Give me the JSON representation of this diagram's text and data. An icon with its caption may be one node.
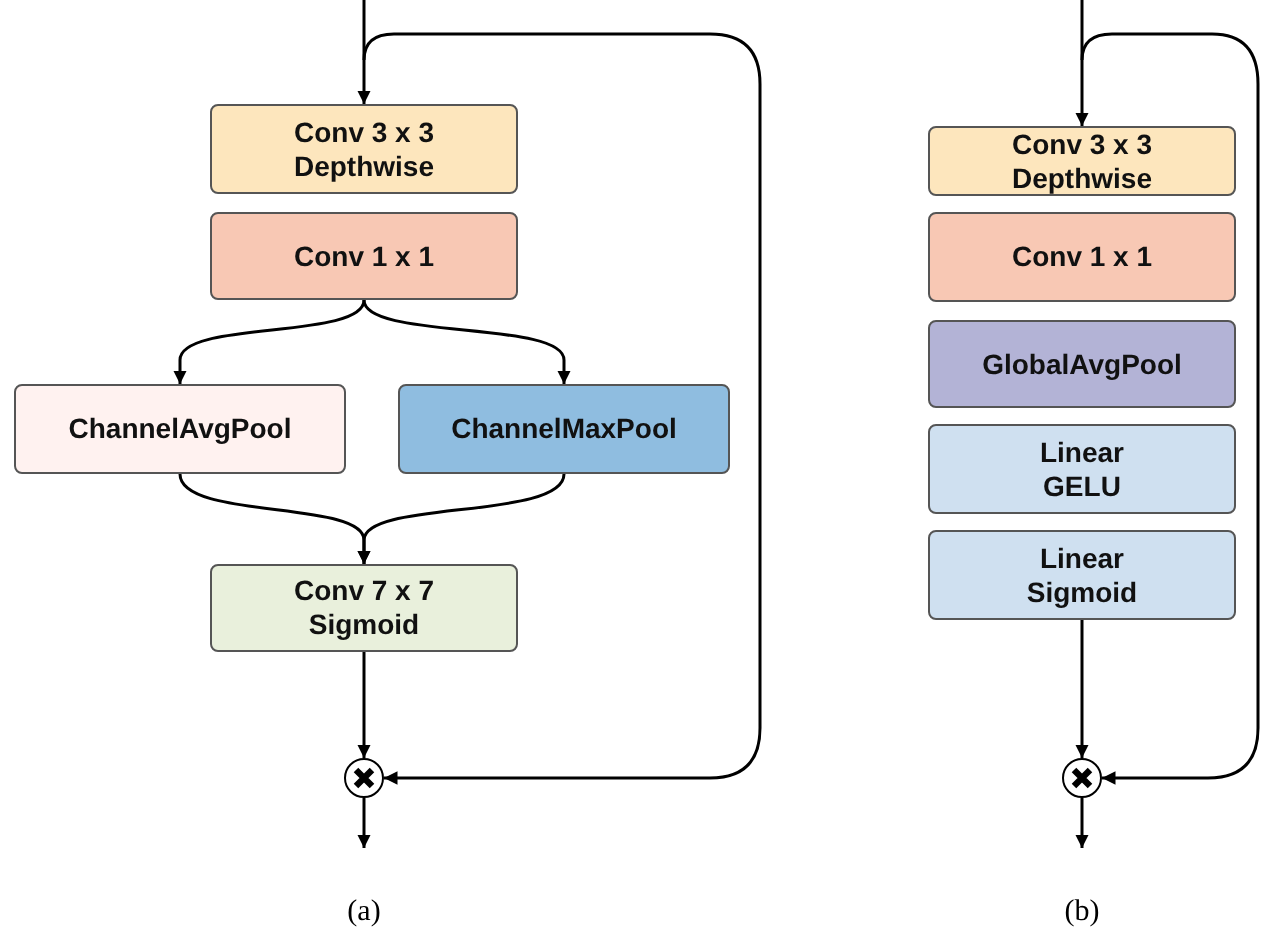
{
  "diagram": {
    "nodes": [
      {
        "text": [
          "Conv 3 x 3 Depthwise"
        ]
      },
      {
        "text": [
          "Conv 1 x 1"
        ]
      },
      {
        "text": [
          "ChannelAvgPool"
        ]
      },
      {
        "text": [
          "ChannelMaxPool"
        ]
      },
      {
        "text": [
          "Conv 7 x 7 Sigmoid"
        ]
      },
      {
        "text": [],
        "shape": "circle"
      },
      {
        "text": [
          "Conv 3 x 3 Depthwise"
        ]
      },
      {
        "text": [
          "Conv 1 x 1"
        ]
      },
      {
        "text": [
          "GlobalAvgPool"
        ]
      },
      {
        "text": [
          "Linear GELU"
        ]
      },
      {
        "text": [
          "Linear Sigmoid"
        ]
      },
      {
        "text": [],
        "shape": "circle"
      }
    ],
    "edges": [
      {
        "from": null,
        "to": 0,
        "arrow": "to"
      },
      {
        "from": null,
        "to": 5,
        "arrow": "to"
      },
      {
        "from": 1,
        "to": 2,
        "arrow": "to"
      },
      {
        "from": 1,
        "to": 3,
        "arrow": "to"
      },
      {
        "from": 2,
        "to": 4,
        "arrow": "to"
      },
      {
        "from": 3,
        "to": 4,
        "arrow": "to"
      },
      {
        "from": 4,
        "to": 5,
        "arrow": "to"
      },
      {
        "from": 5,
        "to": null,
        "arrow": "to"
      },
      {
        "from": null,
        "to": 6,
        "arrow": "to"
      },
      {
        "from": null,
        "to": 11,
        "arrow": "to"
      },
      {
        "from": 10,
        "to": 11,
        "arrow": "to"
      },
      {
        "from": 11,
        "to": null,
        "arrow": "to"
      }
    ],
    "labels": [
      "(a)",
      "(b)"
    ]
  }
}
